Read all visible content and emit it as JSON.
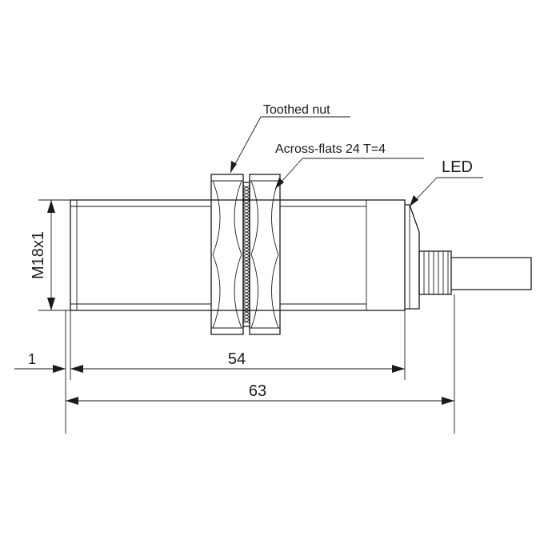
{
  "labels": {
    "toothed_nut": "Toothed nut",
    "across_flats": "Across-flats 24  T=4",
    "led": "LED",
    "thread": "M18x1"
  },
  "dimensions": {
    "front_offset": "1",
    "body_length": "54",
    "total_length": "63"
  },
  "colors": {
    "line": "#1a1a1a",
    "background": "#ffffff"
  }
}
